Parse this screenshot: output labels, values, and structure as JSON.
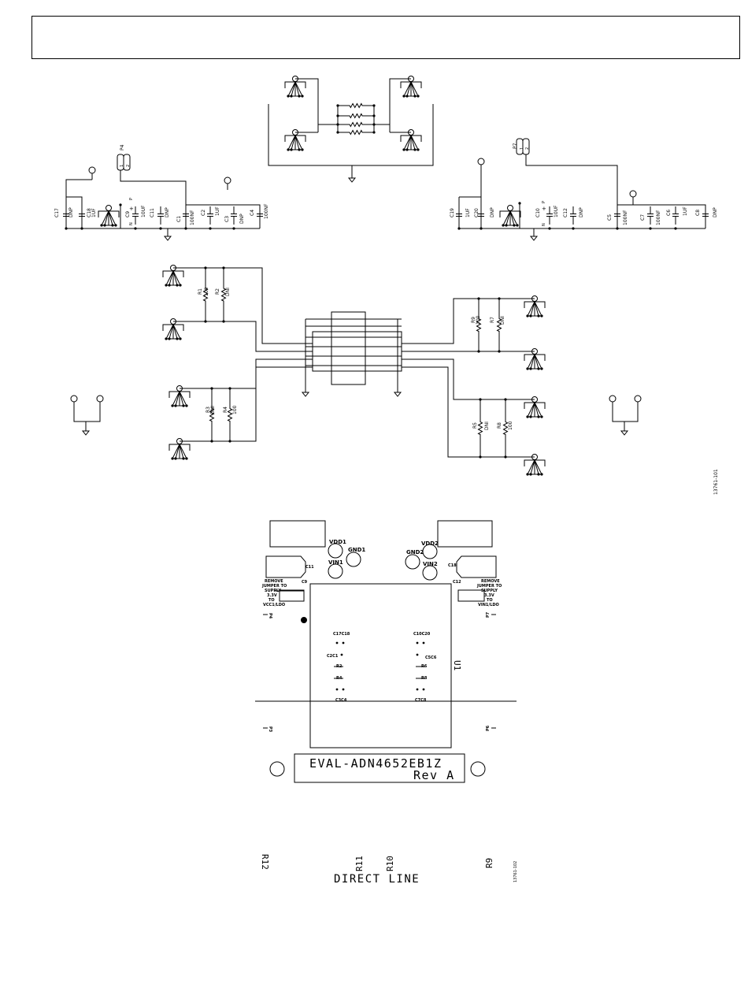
{
  "header": {
    "title": ""
  },
  "schematic": {
    "figure_id": "13761-101",
    "connectors": {
      "p4": "P4",
      "p7": "P7",
      "pin1": "1",
      "pin2": "2"
    },
    "polarity": {
      "plus": "+",
      "p": "P",
      "n": "N"
    },
    "left_caps": [
      {
        "ref": "C17",
        "value": "DNP"
      },
      {
        "ref": "C18",
        "value": "1UF"
      },
      {
        "ref": "C9",
        "value": "10UF"
      },
      {
        "ref": "C11",
        "value": "DNP"
      },
      {
        "ref": "C1",
        "value": "100NF"
      },
      {
        "ref": "C2",
        "value": "1UF"
      },
      {
        "ref": "C3",
        "value": "DNP"
      },
      {
        "ref": "C4",
        "value": "100NF"
      }
    ],
    "right_caps": [
      {
        "ref": "C19",
        "value": "1UF"
      },
      {
        "ref": "C20",
        "value": "DNP"
      },
      {
        "ref": "C10",
        "value": "10UF"
      },
      {
        "ref": "C12",
        "value": "DNP"
      },
      {
        "ref": "C5",
        "value": "100NF"
      },
      {
        "ref": "C7",
        "value": "100NF"
      },
      {
        "ref": "C6",
        "value": "1UF"
      },
      {
        "ref": "C8",
        "value": "DNP"
      }
    ],
    "resistors": [
      {
        "ref": "R1",
        "value": "100"
      },
      {
        "ref": "R2",
        "value": "DNI"
      },
      {
        "ref": "R3",
        "value": "DNI"
      },
      {
        "ref": "R4",
        "value": "100"
      },
      {
        "ref": "R9",
        "value": "100"
      },
      {
        "ref": "R7",
        "value": "DNI"
      },
      {
        "ref": "R5",
        "value": "DNI"
      },
      {
        "ref": "R8",
        "value": "100"
      }
    ]
  },
  "board": {
    "silkscreen": {
      "vdd1": "VDD1",
      "gnd1": "GND1",
      "vin1": "VIN1",
      "vdd2": "VDD2",
      "gnd2": "GND2",
      "vin2": "VIN2",
      "c11": "C11",
      "c9": "C9",
      "c18": "C18",
      "c12": "C12",
      "remove_left": [
        "REMOVE",
        "JUMPER TO",
        "SUPPLY",
        "3.3V",
        "TO",
        "VCC1/LDO"
      ],
      "remove_right": [
        "REMOVE",
        "JUMPER TO",
        "SUPPLY",
        "3.3V",
        "TO",
        "VIN1/LDO"
      ],
      "ref_p4": "P4",
      "ref_p7": "P7",
      "ref_p3": "P3",
      "ref_p6": "P6",
      "u1": "U1",
      "inner_left": [
        "C17C18",
        "C2C1",
        "R2",
        "R4",
        "C3C4"
      ],
      "inner_right": [
        "C10C20",
        "C5C6",
        "R6",
        "R8",
        "C7C8"
      ],
      "product": "EVAL-ADN4652EB1Z",
      "revision": "Rev A"
    },
    "bottom": {
      "r12": "R12",
      "r11": "R11",
      "r10": "R10",
      "r9": "R9",
      "direct_line": "DIRECT LINE",
      "figure_id": "13761-102"
    }
  }
}
